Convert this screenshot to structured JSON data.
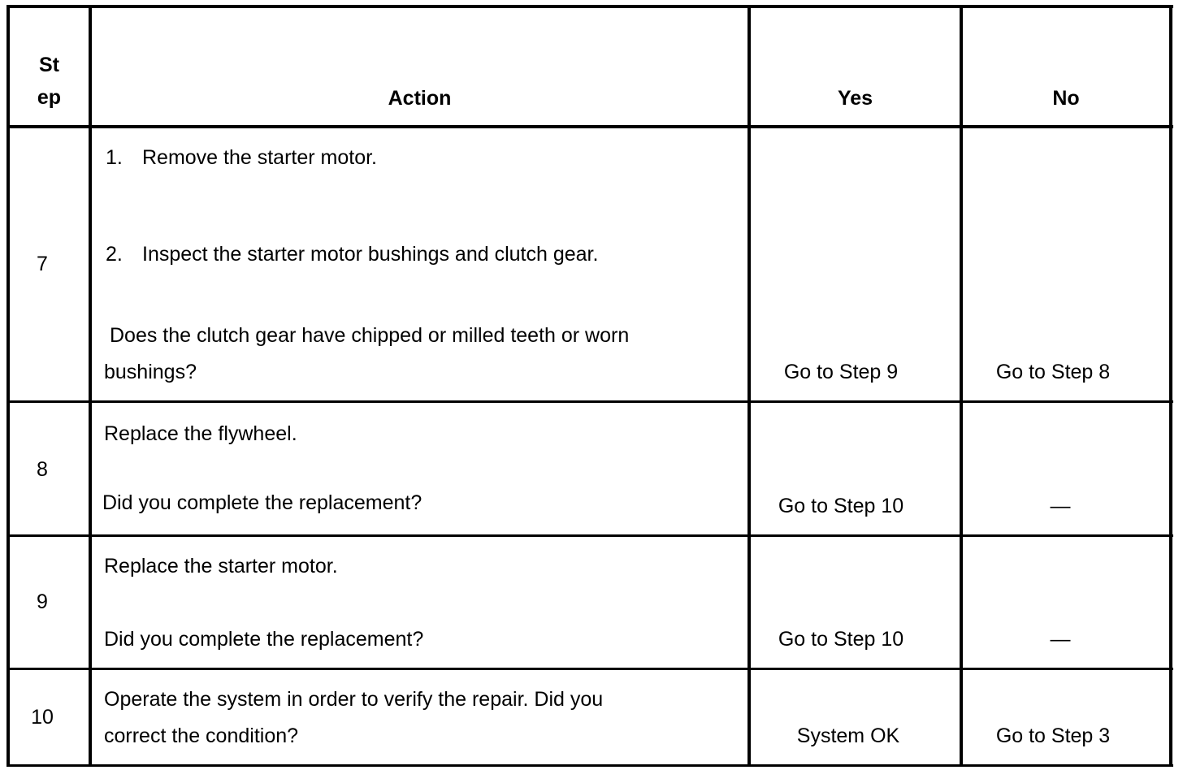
{
  "table": {
    "headers": {
      "step": "Step",
      "step_line1": "St",
      "step_line2": "ep",
      "action": "Action",
      "yes": "Yes",
      "no": "No"
    },
    "rows": [
      {
        "step": "7",
        "action": {
          "item1_num": "1.",
          "item1_text": "Remove the starter motor.",
          "item2_num": "2.",
          "item2_text": "Inspect the starter motor bushings and clutch gear.",
          "question_line1": "Does the clutch gear have chipped or milled teeth or worn",
          "question_line2": "bushings?"
        },
        "yes": "Go to Step 9",
        "no": "Go to Step 8"
      },
      {
        "step": "8",
        "action": {
          "text": "Replace the flywheel.",
          "question": "Did you complete the replacement?"
        },
        "yes": "Go to Step 10",
        "no": "—"
      },
      {
        "step": "9",
        "action": {
          "text": "Replace the starter motor.",
          "question": "Did you complete the replacement?"
        },
        "yes": "Go to Step 10",
        "no": "—"
      },
      {
        "step": "10",
        "action": {
          "line1": "Operate the system in order to verify the repair. Did you",
          "line2": "correct the condition?"
        },
        "yes": "System OK",
        "no": "Go to Step 3"
      }
    ]
  }
}
